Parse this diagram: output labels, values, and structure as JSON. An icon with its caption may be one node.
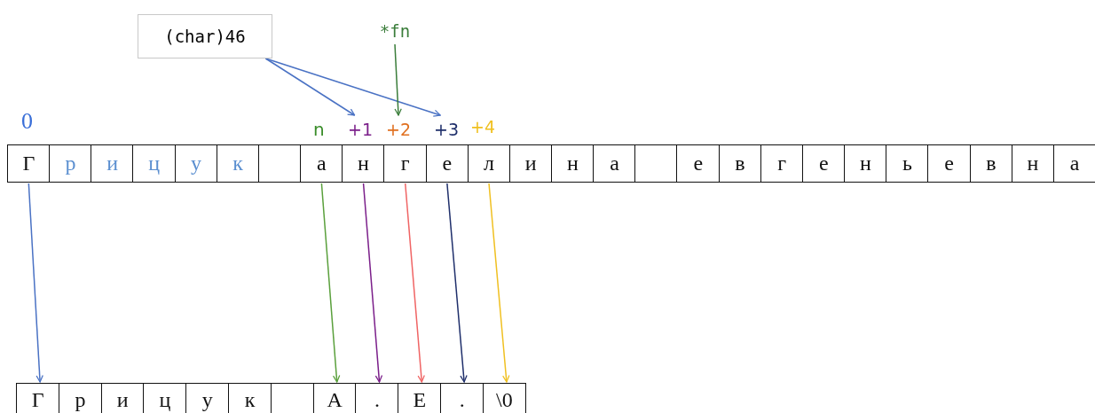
{
  "diagram": {
    "nodes": [
      {
        "text": [
          "(char)46"
        ]
      },
      {
        "text": [
          "*fn"
        ]
      },
      {
        "text": [
          "+1"
        ]
      },
      {
        "text": [
          "+2"
        ]
      },
      {
        "text": [
          "+3"
        ]
      },
      {
        "text": [
          "Г"
        ]
      },
      {
        "text": [
          "р"
        ]
      },
      {
        "text": [
          "и"
        ]
      },
      {
        "text": [
          "ц"
        ]
      },
      {
        "text": [
          "у"
        ]
      },
      {
        "text": [
          "к"
        ]
      },
      {
        "text": [],
        "shape": "box"
      },
      {
        "text": [
          "а"
        ]
      },
      {
        "text": [
          "н"
        ]
      },
      {
        "text": [
          "г"
        ]
      },
      {
        "text": [
          "е"
        ]
      },
      {
        "text": [
          "л"
        ]
      },
      {
        "text": [
          "и"
        ]
      },
      {
        "text": [
          "н"
        ]
      },
      {
        "text": [
          "а"
        ]
      },
      {
        "text": [],
        "shape": "box"
      },
      {
        "text": [
          "е"
        ]
      },
      {
        "text": [
          "в"
        ]
      },
      {
        "text": [
          "г"
        ]
      },
      {
        "text": [
          "е"
        ]
      },
      {
        "text": [
          "н"
        ]
      },
      {
        "text": [
          "ь"
        ]
      },
      {
        "text": [
          "е"
        ]
      },
      {
        "text": [
          "в"
        ]
      },
      {
        "text": [
          "н"
        ]
      },
      {
        "text": [
          "а"
        ]
      },
      {
        "text": [
          "Г"
        ]
      },
      {
        "text": [
          "р"
        ]
      },
      {
        "text": [
          "и"
        ]
      },
      {
        "text": [
          "ц"
        ]
      },
      {
        "text": [
          "у"
        ]
      },
      {
        "text": [
          "к"
        ]
      },
      {
        "text": [],
        "shape": "box"
      },
      {
        "text": [
          "А"
        ]
      },
      {
        "text": [
          "."
        ]
      },
      {
        "text": [
          "Е"
        ]
      },
      {
        "text": [
          "."
        ]
      },
      {
        "text": [
          "\\0"
        ]
      }
    ],
    "edges": [
      {
        "from": 0,
        "to": 2,
        "arrow": "to"
      },
      {
        "from": 0,
        "to": 4,
        "arrow": "to"
      },
      {
        "from": 1,
        "to": 3,
        "arrow": "to",
        "color": "#3a7d3a"
      },
      {
        "from": 5,
        "to": 31,
        "arrow": "to"
      },
      {
        "from": 12,
        "to": 38,
        "arrow": "to",
        "color": "#5aa03c"
      },
      {
        "from": 13,
        "to": 39,
        "arrow": "to",
        "color": "#7b1f8a"
      },
      {
        "from": 14,
        "to": 40,
        "arrow": "to",
        "color": "#f06464"
      },
      {
        "from": 15,
        "to": 41,
        "arrow": "to",
        "color": "#1f2f6b"
      },
      {
        "from": 16,
        "to": 42,
        "arrow": "to",
        "color": "#f0c020"
      }
    ],
    "labels": [
      "0",
      "n",
      "+4"
    ]
  }
}
